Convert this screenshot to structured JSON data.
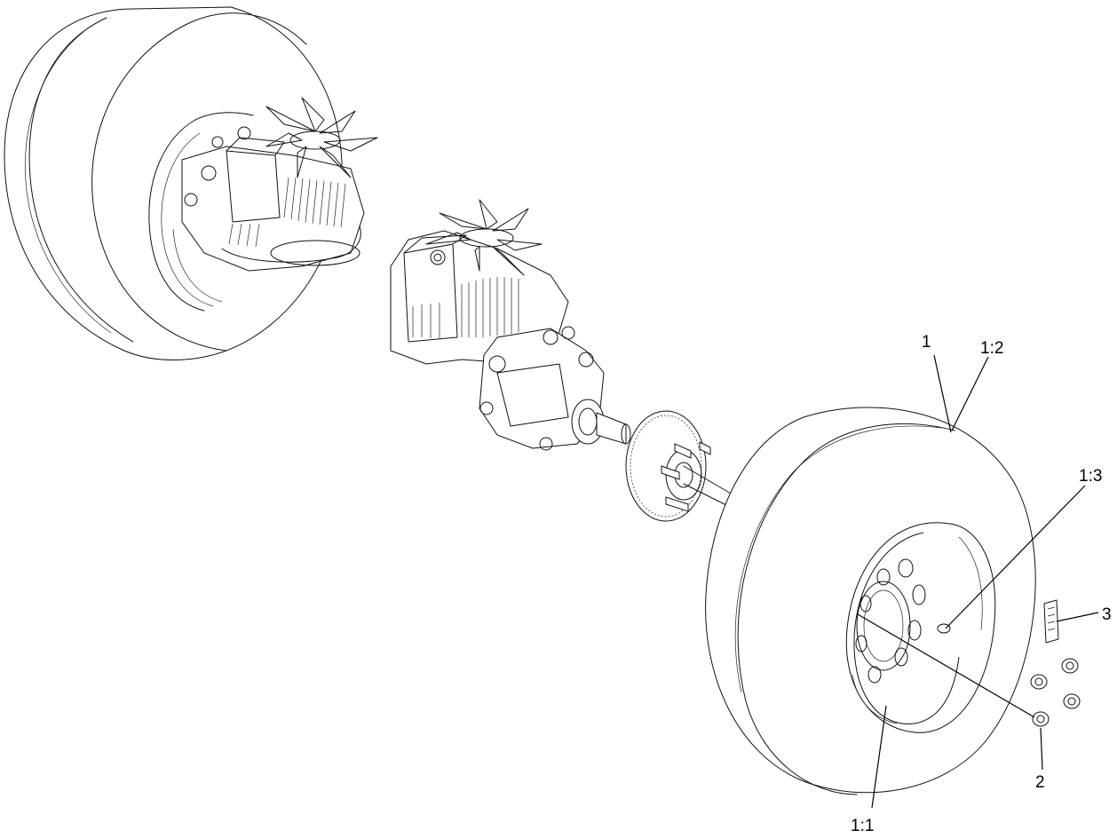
{
  "callouts": [
    {
      "id": "1",
      "label": "1"
    },
    {
      "id": "1-2",
      "label": "1:2"
    },
    {
      "id": "1-3",
      "label": "1:3"
    },
    {
      "id": "3",
      "label": "3"
    },
    {
      "id": "2",
      "label": "2"
    },
    {
      "id": "1-1",
      "label": "1:1"
    }
  ]
}
